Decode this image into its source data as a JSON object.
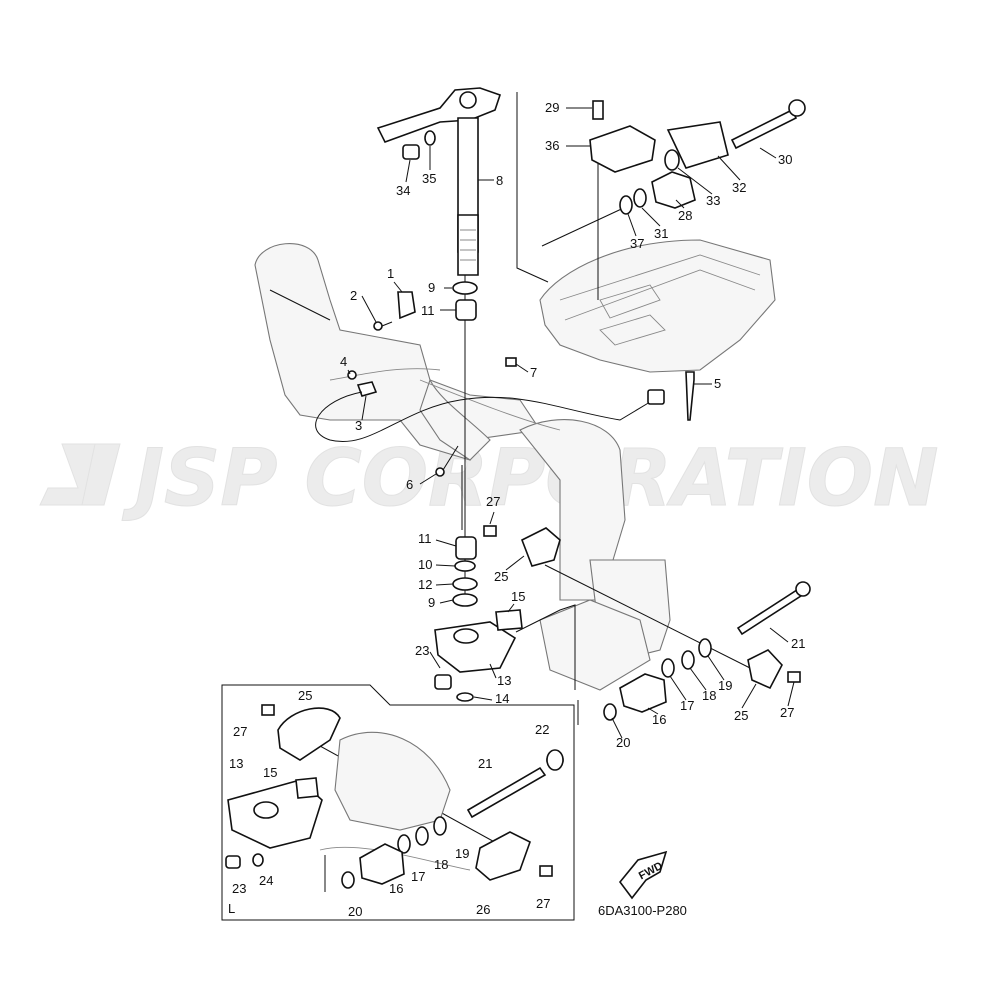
{
  "watermark": "JSP CORPORATION",
  "diagram_code": "6DA3100-P280",
  "fwd_label": "FWD",
  "detail_label": "L",
  "callouts": [
    {
      "id": "c29",
      "text": "29"
    },
    {
      "id": "c36",
      "text": "36"
    },
    {
      "id": "c30",
      "text": "30"
    },
    {
      "id": "c32",
      "text": "32"
    },
    {
      "id": "c33",
      "text": "33"
    },
    {
      "id": "c28",
      "text": "28"
    },
    {
      "id": "c31",
      "text": "31"
    },
    {
      "id": "c37",
      "text": "37"
    },
    {
      "id": "c34",
      "text": "34"
    },
    {
      "id": "c35",
      "text": "35"
    },
    {
      "id": "c8",
      "text": "8"
    },
    {
      "id": "c9a",
      "text": "9"
    },
    {
      "id": "c11a",
      "text": "11"
    },
    {
      "id": "c1",
      "text": "1"
    },
    {
      "id": "c2",
      "text": "2"
    },
    {
      "id": "c7",
      "text": "7"
    },
    {
      "id": "c5",
      "text": "5"
    },
    {
      "id": "c4",
      "text": "4"
    },
    {
      "id": "c3",
      "text": "3"
    },
    {
      "id": "c6",
      "text": "6"
    },
    {
      "id": "c27a",
      "text": "27"
    },
    {
      "id": "c11b",
      "text": "11"
    },
    {
      "id": "c10",
      "text": "10"
    },
    {
      "id": "c12",
      "text": "12"
    },
    {
      "id": "c9b",
      "text": "9"
    },
    {
      "id": "c25a",
      "text": "25"
    },
    {
      "id": "c15a",
      "text": "15"
    },
    {
      "id": "c23a",
      "text": "23"
    },
    {
      "id": "c13a",
      "text": "13"
    },
    {
      "id": "c14",
      "text": "14"
    },
    {
      "id": "c21a",
      "text": "21"
    },
    {
      "id": "c19a",
      "text": "19"
    },
    {
      "id": "c18a",
      "text": "18"
    },
    {
      "id": "c17a",
      "text": "17"
    },
    {
      "id": "c16a",
      "text": "16"
    },
    {
      "id": "c20a",
      "text": "20"
    },
    {
      "id": "c25b",
      "text": "25"
    },
    {
      "id": "c27b",
      "text": "27"
    },
    {
      "id": "c25c",
      "text": "25"
    },
    {
      "id": "c27c",
      "text": "27"
    },
    {
      "id": "c22",
      "text": "22"
    },
    {
      "id": "c13b",
      "text": "13"
    },
    {
      "id": "c15b",
      "text": "15"
    },
    {
      "id": "c21b",
      "text": "21"
    },
    {
      "id": "c19b",
      "text": "19"
    },
    {
      "id": "c18b",
      "text": "18"
    },
    {
      "id": "c17b",
      "text": "17"
    },
    {
      "id": "c16b",
      "text": "16"
    },
    {
      "id": "c23b",
      "text": "23"
    },
    {
      "id": "c24",
      "text": "24"
    },
    {
      "id": "c20b",
      "text": "20"
    },
    {
      "id": "c26",
      "text": "26"
    },
    {
      "id": "c27d",
      "text": "27"
    }
  ]
}
